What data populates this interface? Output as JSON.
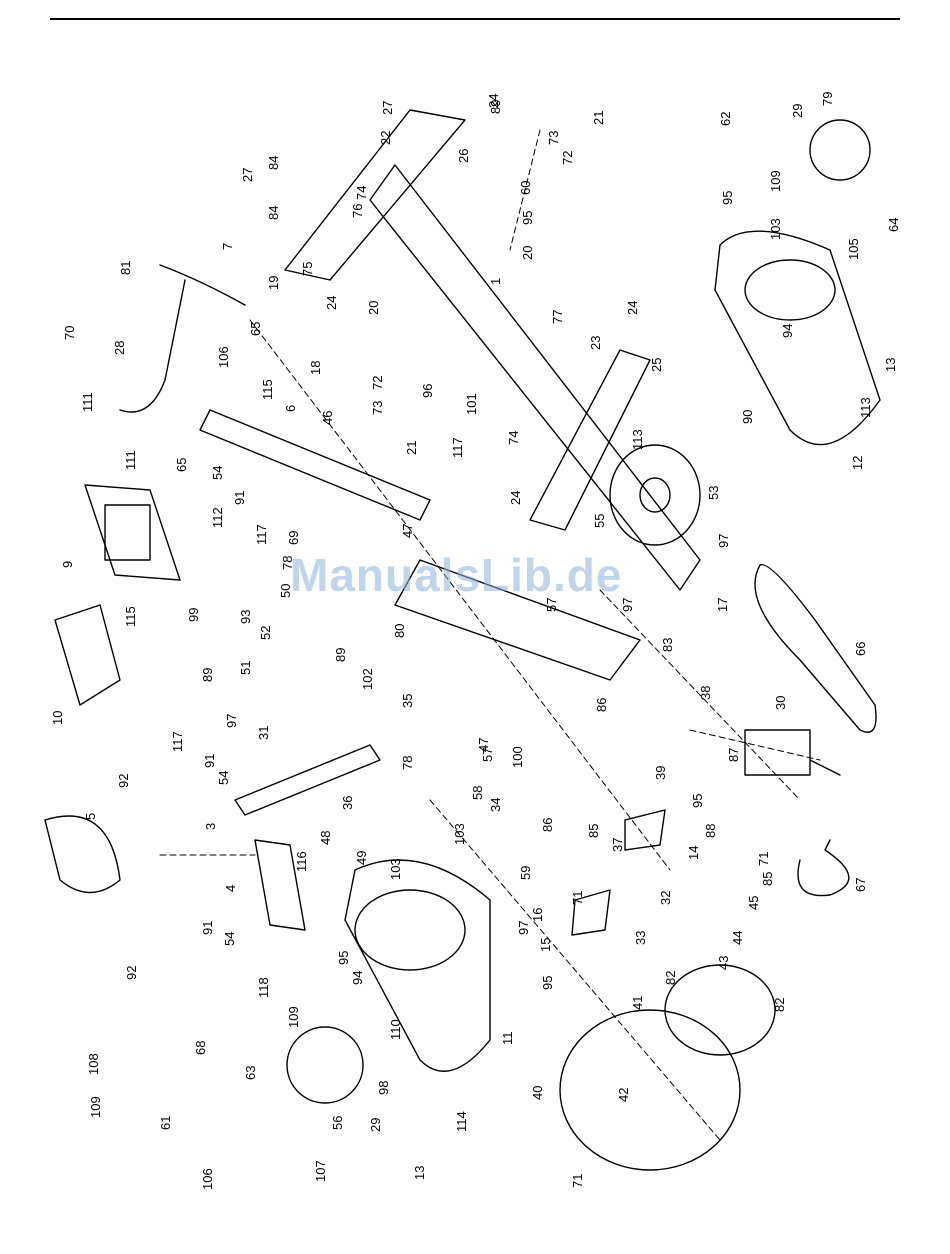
{
  "watermark": "ManualsLib.de",
  "colors": {
    "ink": "#000000",
    "watermark": "#8fb3d9",
    "background": "#ffffff"
  },
  "part_numbers": [
    "1",
    "3",
    "4",
    "5",
    "6",
    "7",
    "9",
    "10",
    "11",
    "12",
    "13",
    "13",
    "14",
    "15",
    "16",
    "17",
    "18",
    "19",
    "20",
    "20",
    "21",
    "21",
    "22",
    "23",
    "24",
    "24",
    "24",
    "24",
    "25",
    "26",
    "27",
    "27",
    "28",
    "29",
    "29",
    "30",
    "31",
    "32",
    "33",
    "34",
    "35",
    "36",
    "37",
    "38",
    "39",
    "40",
    "41",
    "42",
    "43",
    "44",
    "45",
    "46",
    "47",
    "47",
    "48",
    "49",
    "50",
    "51",
    "52",
    "53",
    "54",
    "54",
    "54",
    "55",
    "56",
    "57",
    "57",
    "58",
    "59",
    "60",
    "61",
    "62",
    "63",
    "64",
    "65",
    "65",
    "66",
    "67",
    "68",
    "69",
    "70",
    "71",
    "71",
    "71",
    "72",
    "72",
    "73",
    "73",
    "74",
    "74",
    "75",
    "76",
    "77",
    "78",
    "78",
    "79",
    "80",
    "81",
    "82",
    "82",
    "83",
    "84",
    "84",
    "85",
    "85",
    "86",
    "86",
    "87",
    "88",
    "89",
    "89",
    "89",
    "90",
    "91",
    "91",
    "91",
    "92",
    "92",
    "93",
    "94",
    "94",
    "95",
    "95",
    "95",
    "95",
    "95",
    "96",
    "97",
    "97",
    "97",
    "97",
    "98",
    "99",
    "100",
    "101",
    "102",
    "103",
    "103",
    "103",
    "105",
    "106",
    "106",
    "107",
    "108",
    "109",
    "109",
    "109",
    "110",
    "111",
    "111",
    "112",
    "113",
    "113",
    "114",
    "115",
    "115",
    "116",
    "117",
    "117",
    "117",
    "118"
  ]
}
